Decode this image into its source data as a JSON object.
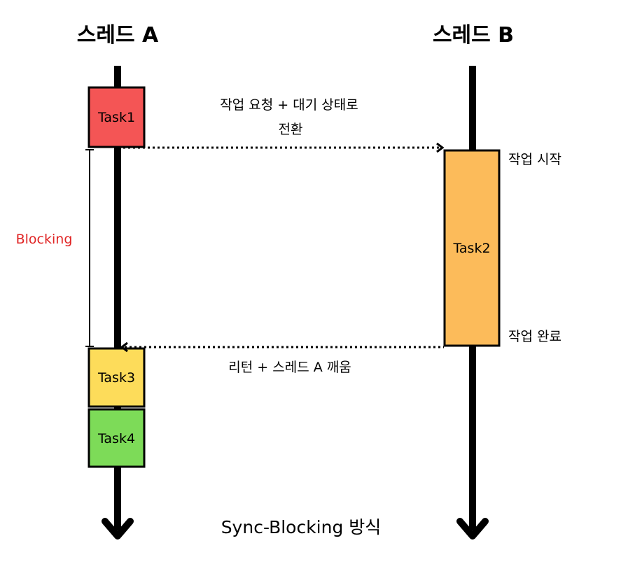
{
  "threads": {
    "a": {
      "title": "스레드 A"
    },
    "b": {
      "title": "스레드 B"
    }
  },
  "tasks": {
    "task1": {
      "label": "Task1",
      "color": "#f45555"
    },
    "task2": {
      "label": "Task2",
      "color": "#fcbb5a"
    },
    "task3": {
      "label": "Task3",
      "color": "#fddc5a"
    },
    "task4": {
      "label": "Task4",
      "color": "#7ddb58"
    }
  },
  "messages": {
    "request_line1": "작업 요청 + 대기 상태로",
    "request_line2": "전환",
    "return": "리턴 + 스레드 A 깨움"
  },
  "thread_b_notes": {
    "start": "작업 시작",
    "done": "작업 완료"
  },
  "blocking": {
    "label": "Blocking",
    "color": "#e02424"
  },
  "caption": "Sync-Blocking 방식",
  "line_color": "#000000"
}
